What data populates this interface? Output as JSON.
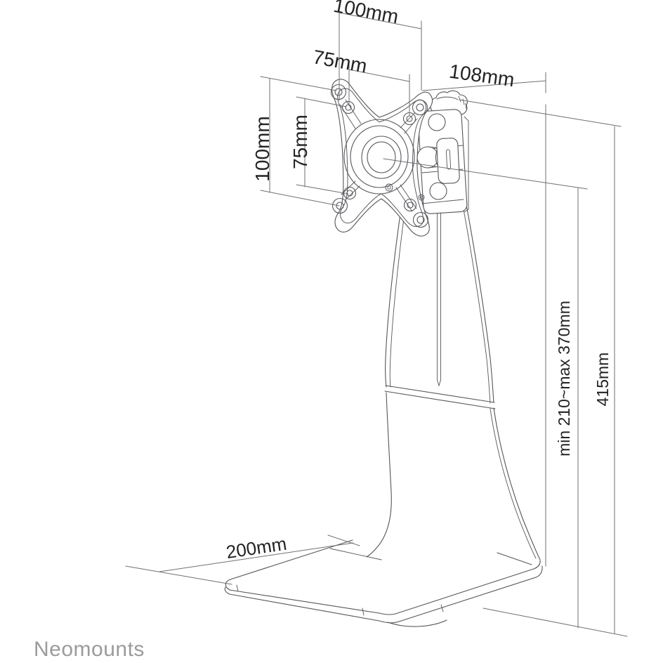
{
  "page": {
    "background": "#ffffff"
  },
  "brand": {
    "name": "Neomounts",
    "color": "#9b9b9b"
  },
  "drawing": {
    "line_color": "#55565a",
    "dim_color": "#6e6f73",
    "label_color": "#232323",
    "labels": {
      "vesa_width_outer": "100mm",
      "vesa_width_inner": "75mm",
      "head_depth": "108mm",
      "vesa_height_outer": "100mm",
      "vesa_height_inner": "75mm",
      "height_adjust_range": "min 210~max 370mm",
      "total_height": "415mm",
      "base_depth": "200mm"
    }
  }
}
